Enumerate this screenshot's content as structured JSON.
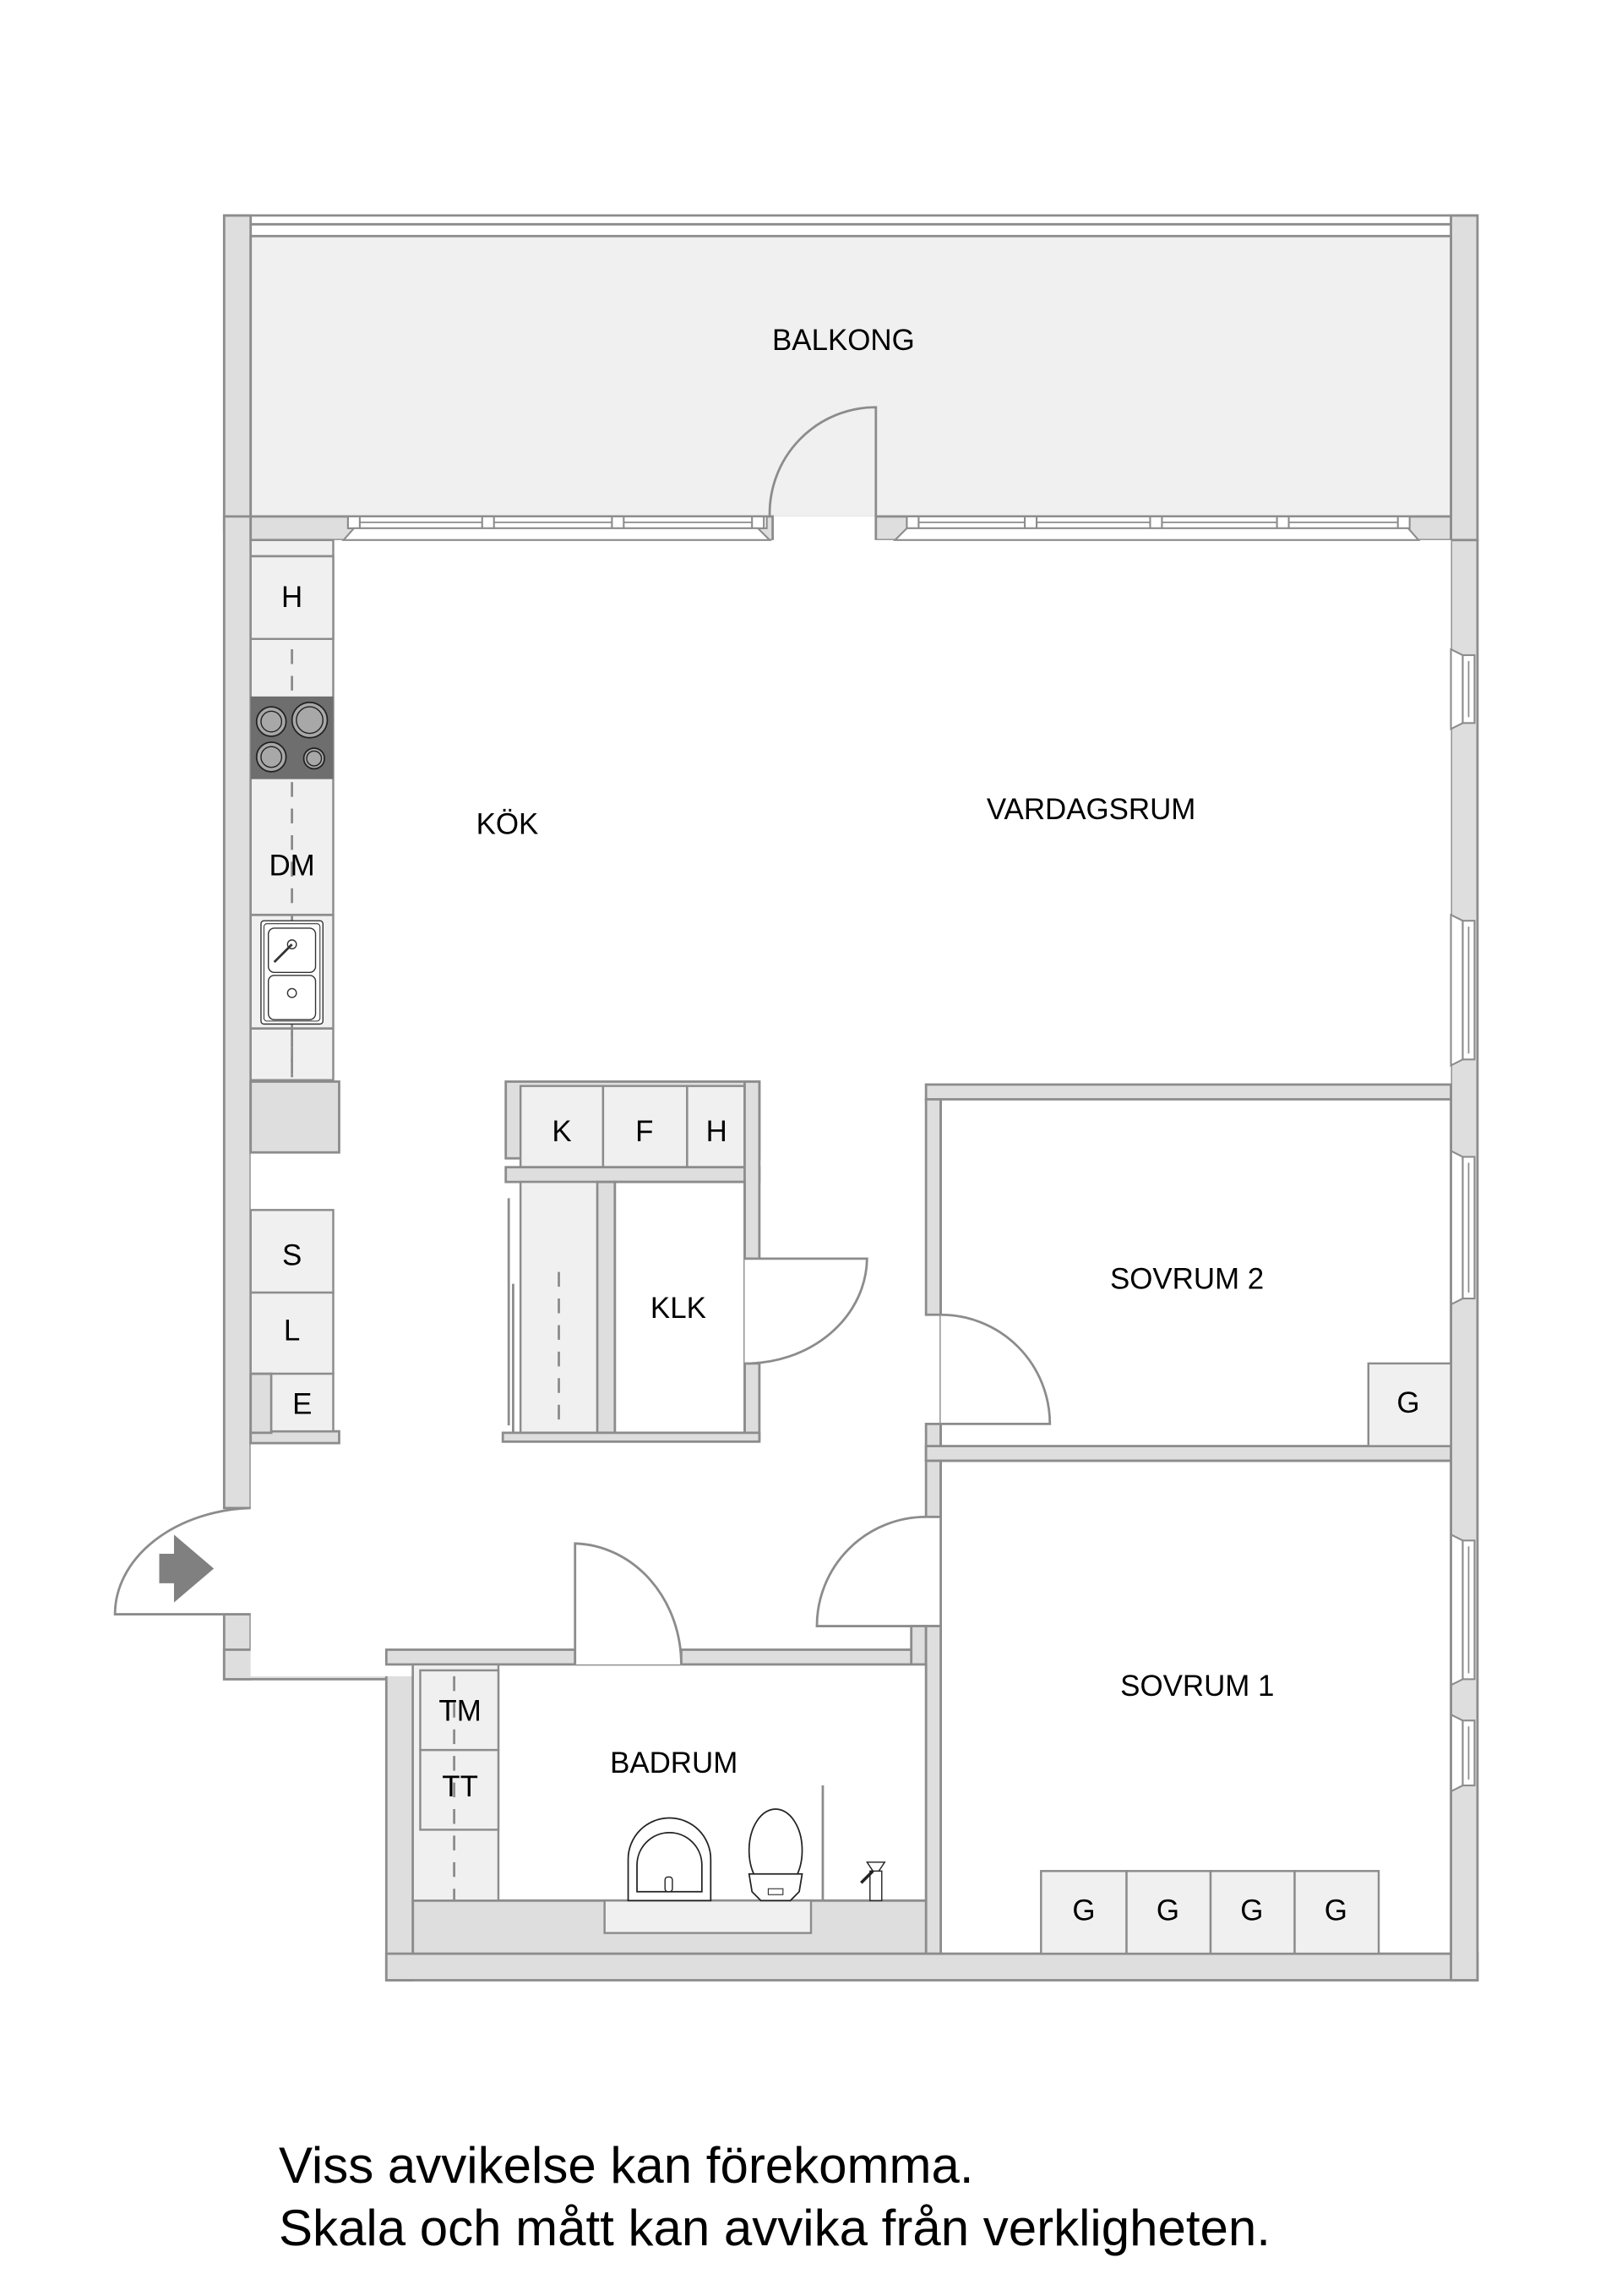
{
  "plan": {
    "rooms": {
      "balcony": "BALKONG",
      "kitchen": "KÖK",
      "living_room": "VARDAGSRUM",
      "walk_in_closet": "KLK",
      "bedroom_2": "SOVRUM 2",
      "bedroom_1": "SOVRUM 1",
      "bathroom": "BADRUM"
    },
    "kitchen_units": {
      "hood": "H",
      "dishwasher": "DM"
    },
    "hall_units": {
      "s": "S",
      "l": "L",
      "e": "E"
    },
    "pantry_units": {
      "k": "K",
      "f": "F",
      "h": "H"
    },
    "bedroom2_wardrobe": "G",
    "bedroom1_wardrobes": [
      "G",
      "G",
      "G",
      "G"
    ],
    "bathroom_units": {
      "washer": "TM",
      "dryer": "TT"
    },
    "colors": {
      "wall_fill": "#dedede",
      "wall_stroke": "#8c8c8c",
      "cabinet_fill": "#f0f0f0",
      "balcony_fill": "#f0f0f0",
      "stove": "#6e6e6e",
      "entrance_arrow": "#808080"
    }
  },
  "footer": {
    "line1": "Viss avvikelse kan förekomma.",
    "line2": "Skala och mått kan avvika från verkligheten."
  }
}
